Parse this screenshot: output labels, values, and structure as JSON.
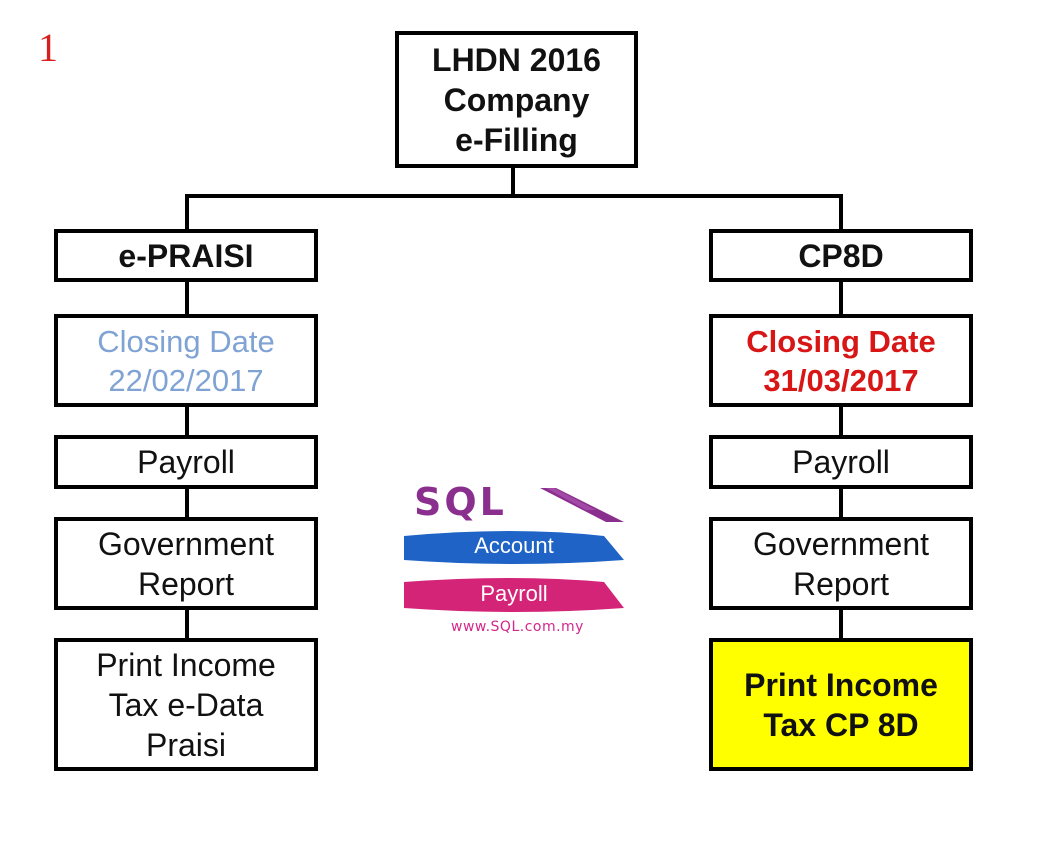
{
  "page_number": "1",
  "root": {
    "lines": [
      "LHDN 2016",
      "Company",
      "e-Filling"
    ]
  },
  "left_branch": {
    "header": "e-PRAISI",
    "closing_date": [
      "Closing Date",
      "22/02/2017"
    ],
    "payroll": "Payroll",
    "government_report": [
      "Government",
      "Report"
    ],
    "print": [
      "Print Income",
      "Tax e-Data",
      "Praisi"
    ]
  },
  "right_branch": {
    "header": "CP8D",
    "closing_date": [
      "Closing Date",
      "31/03/2017"
    ],
    "payroll": "Payroll",
    "government_report": [
      "Government",
      "Report"
    ],
    "print": [
      "Print Income",
      "Tax CP 8D"
    ]
  },
  "logo": {
    "brand": "SQL",
    "account": "Account",
    "payroll": "Payroll",
    "url": "www.SQL.com.my"
  },
  "colors": {
    "page_number": "#d62020",
    "left_closing_date": "#7fa3d4",
    "right_closing_date": "#d81616",
    "highlight_fill": "#ffff00",
    "logo_sql": "#8b2f8f",
    "logo_account_band": "#1f63c6",
    "logo_payroll_band": "#d42478",
    "logo_url": "#d2288b"
  }
}
